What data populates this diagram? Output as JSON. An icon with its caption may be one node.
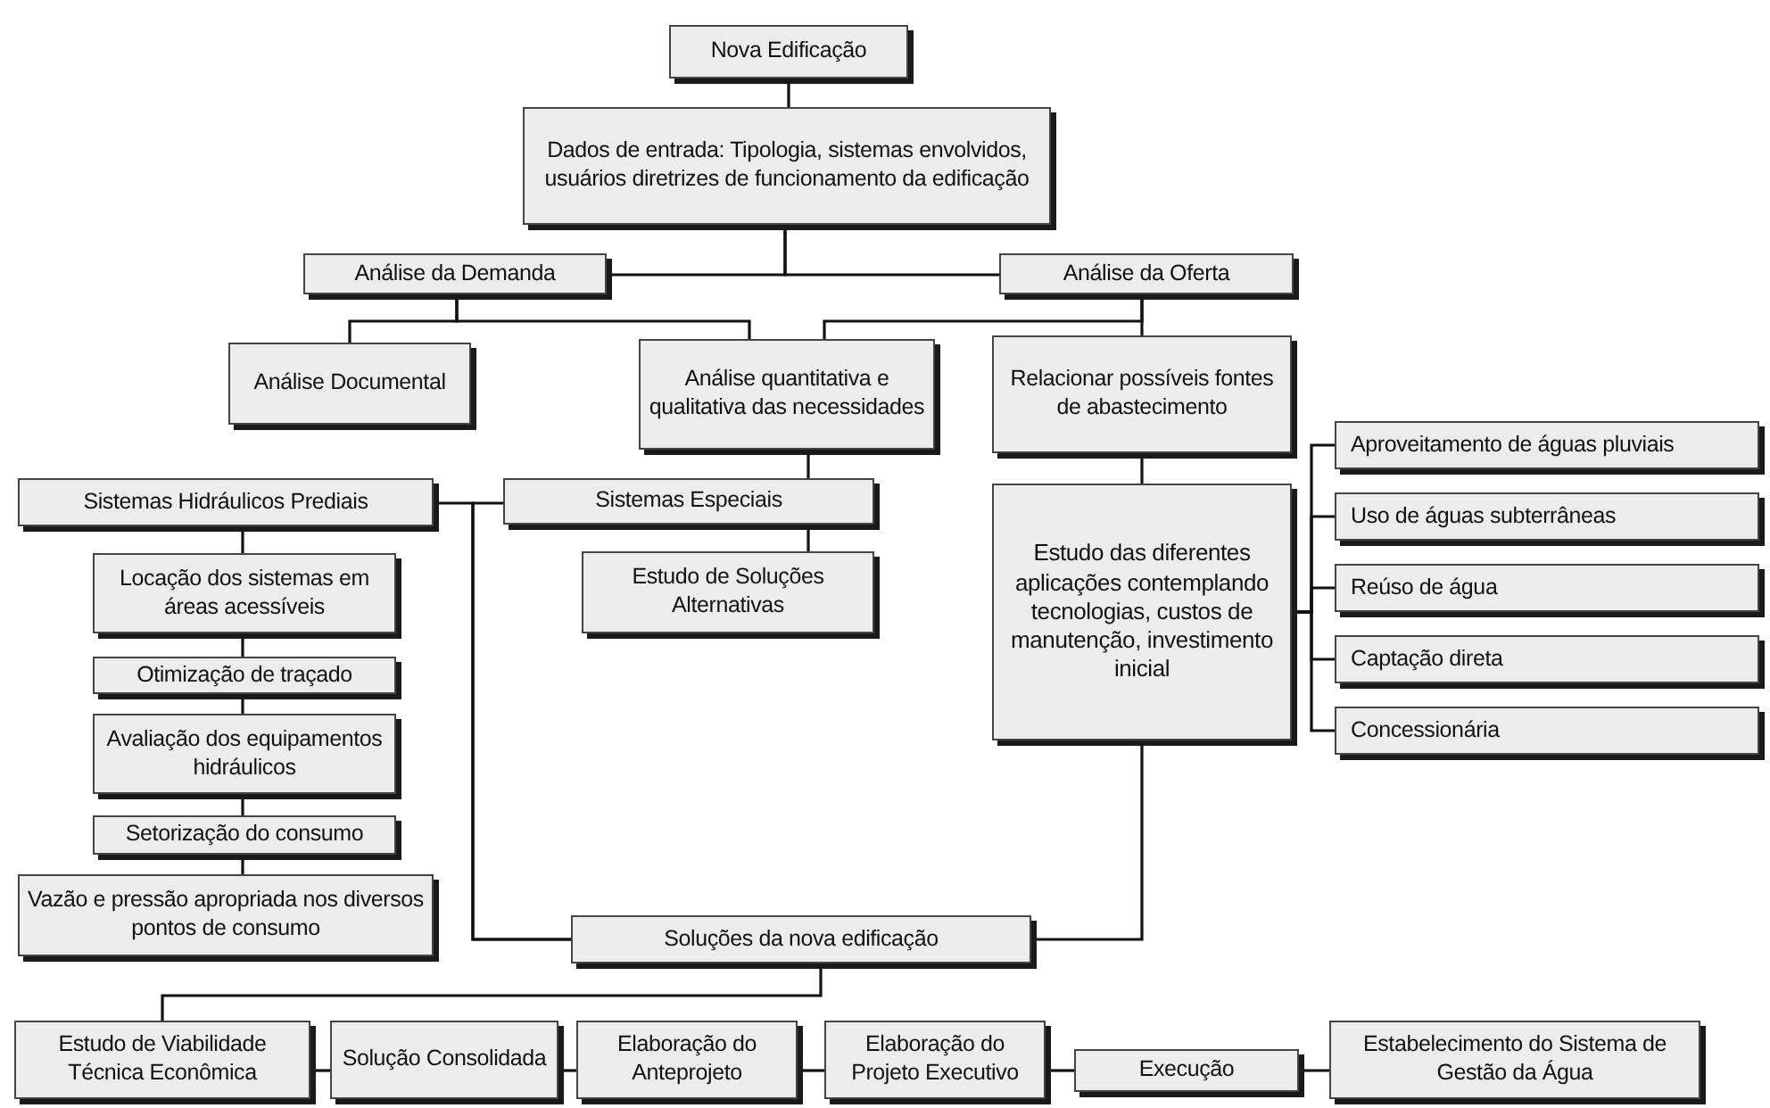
{
  "diagram": {
    "nodes": [
      {
        "text": [
          "Nova Edificação"
        ]
      },
      {
        "text": [
          "Dados de entrada: Tipologia, sistemas envolvidos, usuários diretrizes de funcionamento da edificação"
        ]
      },
      {
        "text": [
          "Análise da Demanda"
        ]
      },
      {
        "text": [
          "Análise da Oferta"
        ]
      },
      {
        "text": [
          "Análise Documental"
        ]
      },
      {
        "text": [
          "Análise quantitativa e qualitativa das necessidades"
        ]
      },
      {
        "text": [
          "Relacionar possíveis fontes de abastecimento"
        ]
      },
      {
        "text": [
          "Sistemas Hidráulicos Prediais"
        ]
      },
      {
        "text": [
          "Sistemas Especiais"
        ]
      },
      {
        "text": [
          "Estudo de Soluções Alternativas"
        ]
      },
      {
        "text": [
          "Locação dos sistemas em áreas acessíveis"
        ]
      },
      {
        "text": [
          "Otimização de traçado"
        ]
      },
      {
        "text": [
          "Avaliação dos equipamentos hidráulicos"
        ]
      },
      {
        "text": [
          "Setorização do consumo"
        ]
      },
      {
        "text": [
          "Vazão e pressão apropriada nos diversos pontos de consumo"
        ]
      },
      {
        "text": [
          "Estudo das diferentes aplicações contemplando tecnologias, custos de manutenção, investimento inicial"
        ]
      },
      {
        "text": [
          "Aproveitamento de águas pluviais"
        ]
      },
      {
        "text": [
          "Uso de águas subterrâneas"
        ]
      },
      {
        "text": [
          "Reúso de água"
        ]
      },
      {
        "text": [
          "Captação direta"
        ]
      },
      {
        "text": [
          "Concessionária"
        ]
      },
      {
        "text": [
          "Soluções da nova edificação"
        ]
      },
      {
        "text": [
          "Estudo de Viabilidade Técnica Econômica"
        ]
      },
      {
        "text": [
          "Solução Consolidada"
        ]
      },
      {
        "text": [
          "Elaboração do Anteprojeto"
        ]
      },
      {
        "text": [
          "Elaboração do Projeto Executivo"
        ]
      },
      {
        "text": [
          "Execução"
        ]
      },
      {
        "text": [
          "Estabelecimento do Sistema de Gestão da Água"
        ]
      }
    ],
    "edges": [
      {
        "from": 0,
        "to": 1,
        "arrow": "none"
      },
      {
        "from": 1,
        "to": 2,
        "arrow": "none"
      },
      {
        "from": 1,
        "to": 3,
        "arrow": "none"
      },
      {
        "from": 2,
        "to": 4,
        "arrow": "none"
      },
      {
        "from": 2,
        "to": 5,
        "arrow": "none"
      },
      {
        "from": 3,
        "to": 5,
        "arrow": "none"
      },
      {
        "from": 3,
        "to": 6,
        "arrow": "none"
      },
      {
        "from": 5,
        "to": 8,
        "arrow": "none"
      },
      {
        "from": 7,
        "to": 21,
        "arrow": "none"
      },
      {
        "from": 8,
        "to": 21,
        "arrow": "none"
      },
      {
        "from": 8,
        "to": 9,
        "arrow": "none"
      },
      {
        "from": 7,
        "to": 10,
        "arrow": "none"
      },
      {
        "from": 10,
        "to": 11,
        "arrow": "none"
      },
      {
        "from": 11,
        "to": 12,
        "arrow": "none"
      },
      {
        "from": 12,
        "to": 13,
        "arrow": "none"
      },
      {
        "from": 13,
        "to": 14,
        "arrow": "none"
      },
      {
        "from": 6,
        "to": 15,
        "arrow": "none"
      },
      {
        "from": 15,
        "to": 16,
        "arrow": "none"
      },
      {
        "from": 15,
        "to": 17,
        "arrow": "none"
      },
      {
        "from": 15,
        "to": 18,
        "arrow": "none"
      },
      {
        "from": 15,
        "to": 19,
        "arrow": "none"
      },
      {
        "from": 15,
        "to": 20,
        "arrow": "none"
      },
      {
        "from": 15,
        "to": 21,
        "arrow": "none"
      },
      {
        "from": 21,
        "to": 22,
        "arrow": "none"
      },
      {
        "from": 22,
        "to": 23,
        "arrow": "none"
      },
      {
        "from": 23,
        "to": 24,
        "arrow": "none"
      },
      {
        "from": 24,
        "to": 25,
        "arrow": "none"
      },
      {
        "from": 25,
        "to": 26,
        "arrow": "none"
      },
      {
        "from": 26,
        "to": 27,
        "arrow": "none"
      }
    ]
  }
}
